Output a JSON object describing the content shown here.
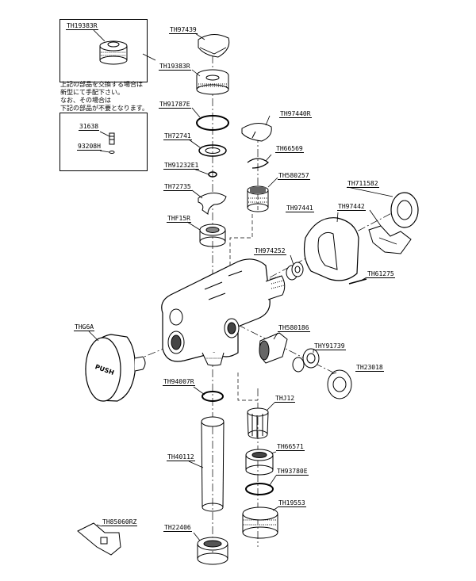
{
  "diagram": {
    "inset_box_1_label": "TH19383R",
    "inset_note_lines": [
      "上記の部品を交換する場合は",
      "新型にて手配下さい。",
      "なお、その場合は",
      "下記の部品が不要となります。"
    ],
    "inset_box_2_labels": [
      "31638",
      "93208H"
    ],
    "knob_text": "PUSH",
    "part_labels": {
      "th97439": "TH97439",
      "th19383r": "TH19383R",
      "th91787e": "TH91787E",
      "th97440r": "TH97440R",
      "th72741": "TH72741",
      "th66569": "TH66569",
      "th91232e1": "TH91232E1",
      "th580257": "TH580257",
      "th72735": "TH72735",
      "th711582": "TH711582",
      "th97441": "TH97441",
      "th97442": "TH97442",
      "thf15r": "THF15R",
      "th974252": "TH974252",
      "th61275": "TH61275",
      "thg6a": "THG6A",
      "th580186": "TH580186",
      "thy91739": "THY91739",
      "th23018": "TH23018",
      "th94007r": "TH94007R",
      "thj12": "THJ12",
      "th66571": "TH66571",
      "th40112": "TH40112",
      "th93780e": "TH93780E",
      "th19553": "TH19553",
      "th85060rz": "TH85060RZ",
      "th22406": "TH22406"
    }
  }
}
